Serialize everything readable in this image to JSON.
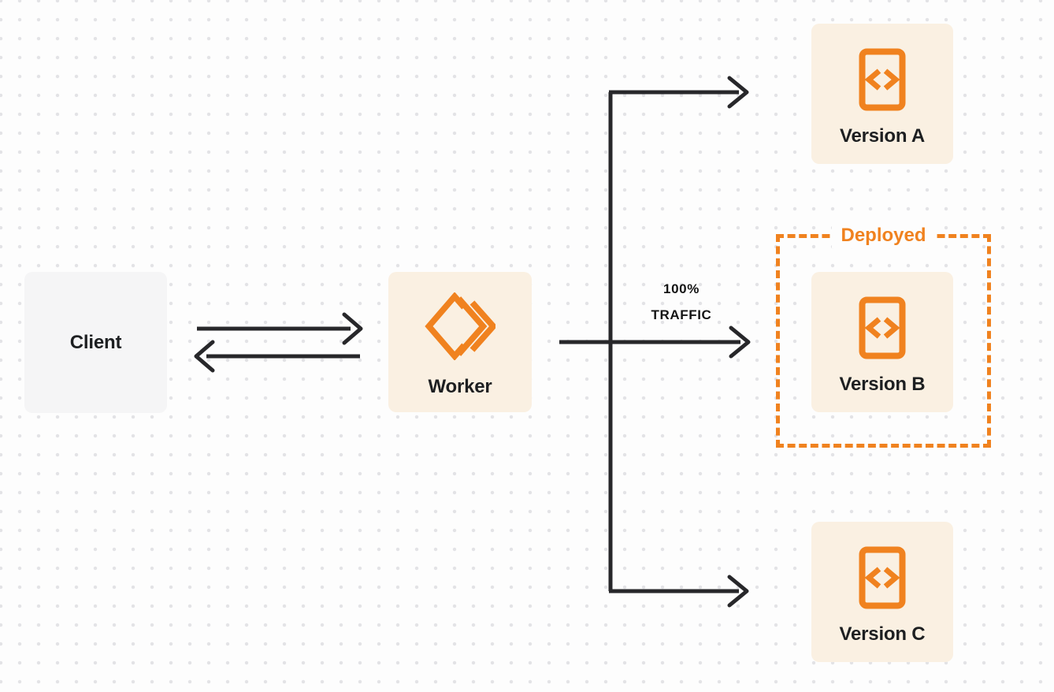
{
  "diagram": {
    "nodes": {
      "client": {
        "label": "Client"
      },
      "worker": {
        "label": "Worker"
      },
      "version_a": {
        "label": "Version A"
      },
      "version_b": {
        "label": "Version B"
      },
      "version_c": {
        "label": "Version C"
      }
    },
    "deployed_box": {
      "label": "Deployed"
    },
    "traffic_label": {
      "line1": "100%",
      "line2": "TRAFFIC"
    },
    "icons": {
      "worker_icon": "cloudflare-workers-logo",
      "version_icon": "code-document"
    },
    "colors": {
      "accent_orange": "#F0821F",
      "node_cream_bg": "#FAF0E2",
      "client_gray_bg": "#F5F5F6",
      "arrow_dark": "#27272A",
      "text_dark": "#1D1F21",
      "page_bg": "#FDFDFD",
      "dot_grid": "#E3E3E6"
    }
  }
}
